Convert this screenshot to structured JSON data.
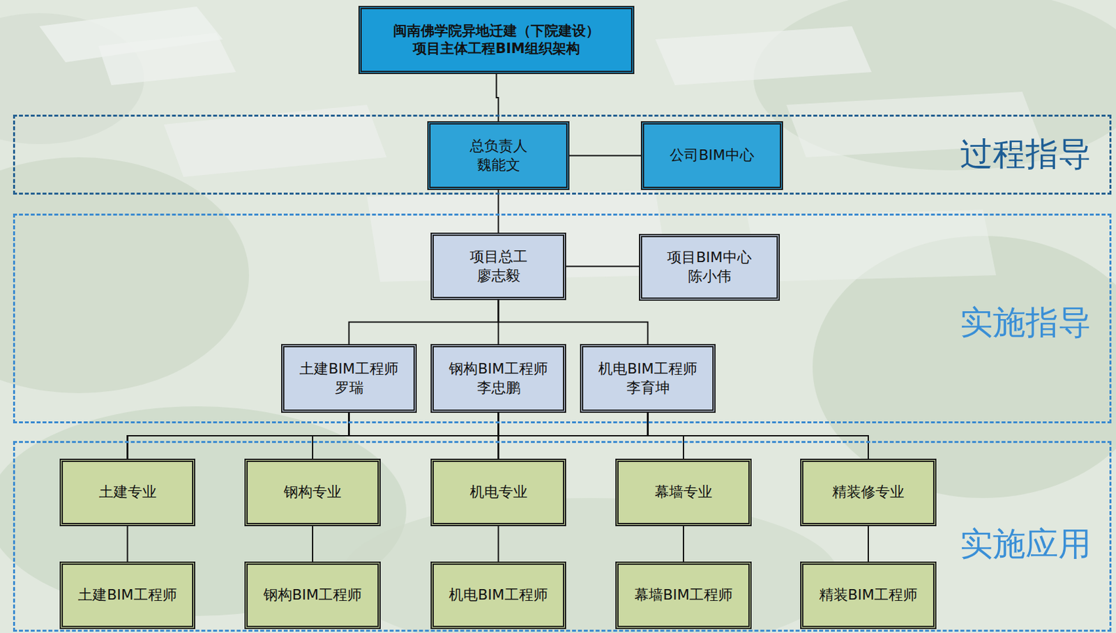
{
  "diagram": {
    "nodes": [
      {
        "text": [
          "闽南佛学院异地迁建（下院建设） 项目主体工程BIM组织架构"
        ]
      },
      {
        "text": [
          "过程指导"
        ]
      },
      {
        "text": [
          "总负责人",
          "魏能文"
        ],
        "in": 1
      },
      {
        "text": [
          "公司BIM中心"
        ],
        "in": 1
      },
      {
        "text": [
          "实施指导"
        ]
      },
      {
        "text": [
          "项目总工",
          "廖志毅"
        ],
        "in": 4
      },
      {
        "text": [
          "项目BIM中心",
          "陈小伟"
        ],
        "in": 4
      },
      {
        "text": [
          "土建BIM工程师",
          "罗瑞"
        ],
        "in": 4
      },
      {
        "text": [
          "钢构BIM工程师",
          "李忠鹏"
        ],
        "in": 4
      },
      {
        "text": [
          "机电BIM工程师",
          "李育坤"
        ],
        "in": 4
      },
      {
        "text": [
          "实施应用"
        ]
      },
      {
        "text": [
          "土建专业"
        ],
        "in": 10
      },
      {
        "text": [
          "钢构专业"
        ],
        "in": 10
      },
      {
        "text": [
          "机电专业"
        ],
        "in": 10
      },
      {
        "text": [
          "幕墙专业"
        ],
        "in": 10
      },
      {
        "text": [
          "精装修专业"
        ],
        "in": 10
      },
      {
        "text": [
          "土建BIM工程师"
        ],
        "in": 10
      },
      {
        "text": [
          "钢构BIM工程师"
        ],
        "in": 10
      },
      {
        "text": [
          "机电BIM工程师"
        ],
        "in": 10
      },
      {
        "text": [
          "幕墙BIM工程师"
        ],
        "in": 10
      },
      {
        "text": [
          "精装BIM工程师"
        ],
        "in": 10
      }
    ],
    "edges": [
      {
        "from": 0,
        "to": 2,
        "arrow": "none"
      },
      {
        "from": 2,
        "to": 3,
        "arrow": "none"
      },
      {
        "from": 2,
        "to": 5,
        "arrow": "none"
      },
      {
        "from": 5,
        "to": 6,
        "arrow": "none"
      },
      {
        "from": 5,
        "to": 7,
        "arrow": "none"
      },
      {
        "from": 5,
        "to": 8,
        "arrow": "none"
      },
      {
        "from": 5,
        "to": 9,
        "arrow": "none"
      },
      {
        "from": 7,
        "to": 11,
        "arrow": "none"
      },
      {
        "from": 7,
        "to": 12,
        "arrow": "none"
      },
      {
        "from": 7,
        "to": 13,
        "arrow": "none"
      },
      {
        "from": 7,
        "to": 14,
        "arrow": "none"
      },
      {
        "from": 7,
        "to": 15,
        "arrow": "none"
      },
      {
        "from": 8,
        "to": 11,
        "arrow": "none"
      },
      {
        "from": 8,
        "to": 12,
        "arrow": "none"
      },
      {
        "from": 8,
        "to": 13,
        "arrow": "none"
      },
      {
        "from": 8,
        "to": 14,
        "arrow": "none"
      },
      {
        "from": 8,
        "to": 15,
        "arrow": "none"
      },
      {
        "from": 9,
        "to": 11,
        "arrow": "none"
      },
      {
        "from": 9,
        "to": 12,
        "arrow": "none"
      },
      {
        "from": 9,
        "to": 13,
        "arrow": "none"
      },
      {
        "from": 9,
        "to": 14,
        "arrow": "none"
      },
      {
        "from": 9,
        "to": 15,
        "arrow": "none"
      },
      {
        "from": 11,
        "to": 16,
        "arrow": "none"
      },
      {
        "from": 12,
        "to": 17,
        "arrow": "none"
      },
      {
        "from": 13,
        "to": 18,
        "arrow": "none"
      },
      {
        "from": 14,
        "to": 19,
        "arrow": "none"
      },
      {
        "from": 15,
        "to": 20,
        "arrow": "none"
      }
    ]
  }
}
